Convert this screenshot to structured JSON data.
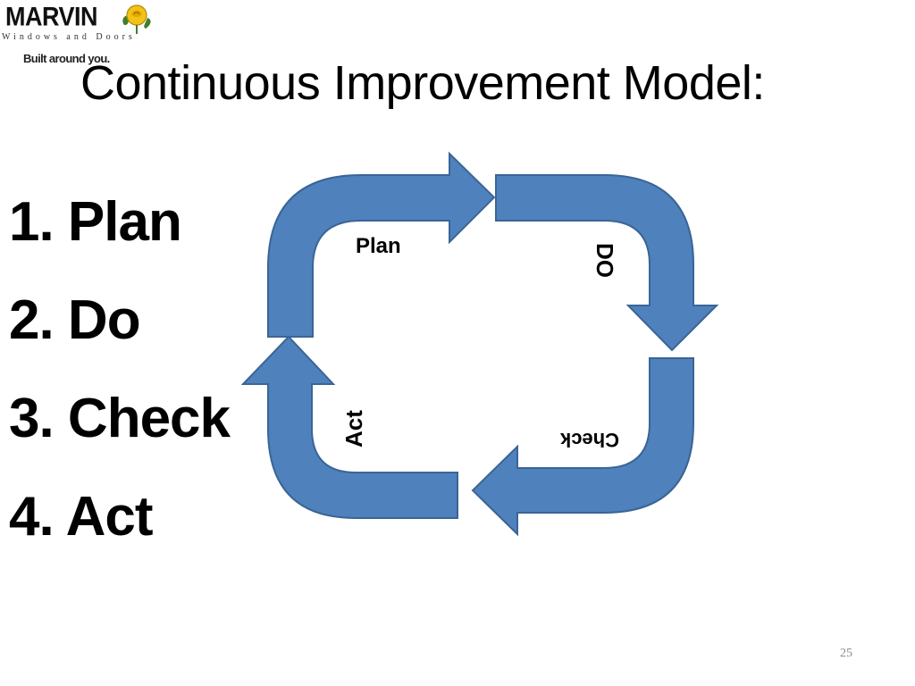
{
  "logo": {
    "brand": "MARVIN",
    "sub": "Windows and Doors",
    "tagline": "Built around you."
  },
  "slide": {
    "title": "Continuous Improvement Model:",
    "steps": [
      "1. Plan",
      "2. Do",
      "3. Check",
      "4. Act"
    ],
    "page_number": "25"
  },
  "cycle": {
    "fill_color": "#4f81bd",
    "stroke_color": "#3a6595",
    "label_plan": "Plan",
    "label_do": "DO",
    "label_check": "Check",
    "label_act": "Act"
  }
}
